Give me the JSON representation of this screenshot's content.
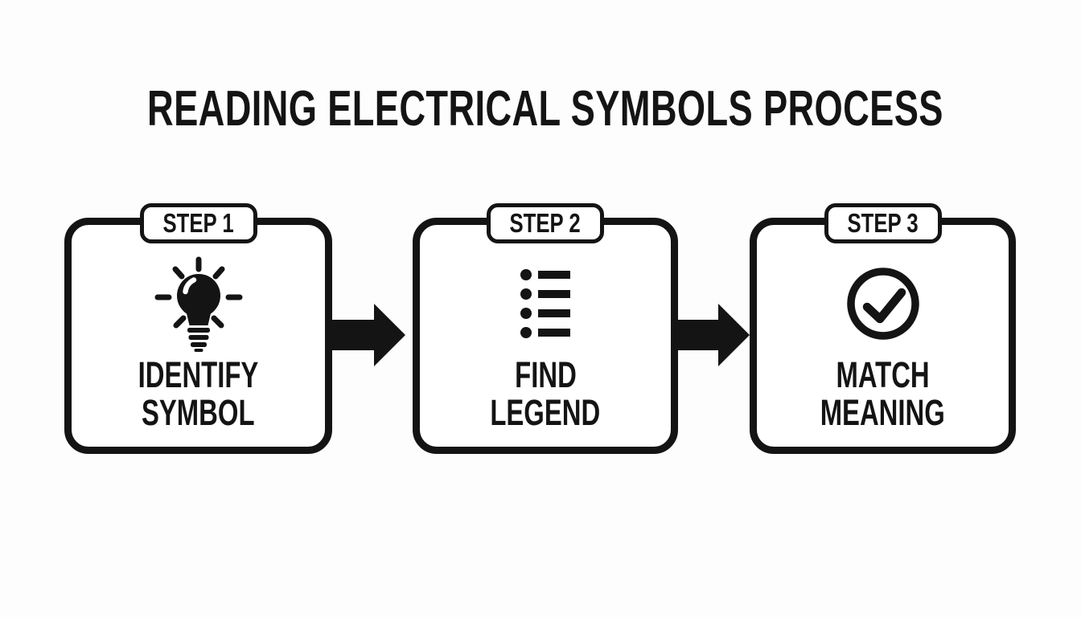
{
  "title": "READING ELECTRICAL SYMBOLS PROCESS",
  "colors": {
    "ink": "#141414",
    "background": "#fdfdfd",
    "box_fill": "#ffffff"
  },
  "steps": [
    {
      "badge": "STEP 1",
      "icon": "lightbulb-icon",
      "label_lines": [
        "IDENTIFY",
        "SYMBOL"
      ]
    },
    {
      "badge": "STEP 2",
      "icon": "bulleted-list-icon",
      "label_lines": [
        "FIND",
        "LEGEND"
      ]
    },
    {
      "badge": "STEP 3",
      "icon": "check-circle-icon",
      "label_lines": [
        "MATCH",
        "MEANING"
      ]
    }
  ],
  "connectors": [
    {
      "icon": "arrow-right-icon"
    },
    {
      "icon": "arrow-right-icon"
    }
  ]
}
